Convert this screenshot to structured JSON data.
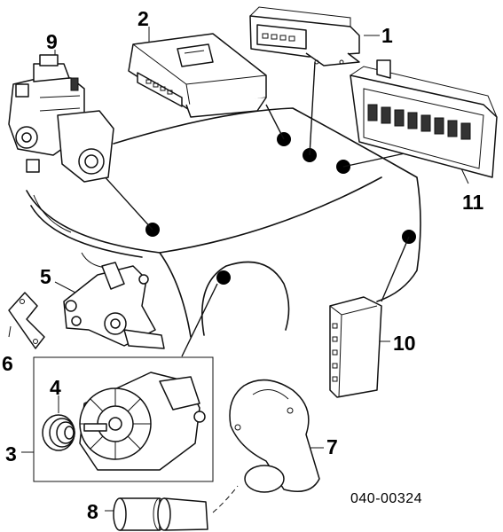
{
  "callouts": {
    "c1": "1",
    "c2": "2",
    "c3": "3",
    "c4": "4",
    "c5": "5",
    "c6": "6",
    "c7": "7",
    "c8": "8",
    "c9": "9",
    "c10": "10",
    "c11": "11"
  },
  "diagram_code": "040-00324"
}
